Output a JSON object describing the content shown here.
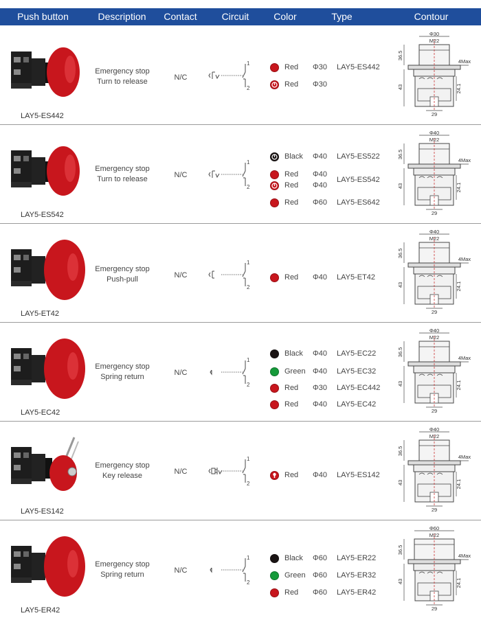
{
  "header": {
    "cols": [
      "Push button",
      "Description",
      "Contact",
      "Circuit",
      "Color",
      "Type",
      "Contour"
    ],
    "bg": "#1f4e9c"
  },
  "rows": [
    {
      "model": "LAY5-ES442",
      "desc": [
        "Emergency stop",
        "Turn to release"
      ],
      "contact": "N/C",
      "circuit": {
        "op": "turn",
        "t1": "1",
        "t2": "2"
      },
      "options": [
        {
          "color": "Red",
          "size": "Φ30",
          "type": "LAY5-ES442",
          "dot": "red"
        },
        {
          "color": "Red",
          "size": "Φ30",
          "type": "",
          "dot": "red-arrow"
        }
      ],
      "contour": {
        "top": "Φ30",
        "m": "M22",
        "h1": "36.5",
        "h2": "43",
        "h3": "24.1",
        "w": "29",
        "max": "4Max"
      }
    },
    {
      "model": "LAY5-ES542",
      "desc": [
        "Emergency stop",
        "Turn to release"
      ],
      "contact": "N/C",
      "circuit": {
        "op": "turn",
        "t1": "1",
        "t2": "2"
      },
      "options": [
        {
          "color": "Black",
          "size": "Φ40",
          "type": "LAY5-ES522",
          "dot": "black-arrow"
        },
        {
          "color": "Red",
          "size": "Φ40",
          "type": "",
          "dot": "red"
        },
        {
          "color": "Red",
          "size": "Φ40",
          "type": "LAY5-ES542",
          "dot": "red-arrow"
        },
        {
          "color": "Red",
          "size": "Φ60",
          "type": "LAY5-ES642",
          "dot": "red"
        }
      ],
      "contour": {
        "top": "Φ40",
        "m": "M22",
        "h1": "36.5",
        "h2": "43",
        "h3": "24.1",
        "w": "29",
        "max": "4Max"
      }
    },
    {
      "model": "LAY5-ET42",
      "desc": [
        "Emergency stop",
        "Push-pull"
      ],
      "contact": "N/C",
      "circuit": {
        "op": "pull",
        "t1": "1",
        "t2": "2"
      },
      "options": [
        {
          "color": "Red",
          "size": "Φ40",
          "type": "LAY5-ET42",
          "dot": "red"
        }
      ],
      "contour": {
        "top": "Φ40",
        "m": "M22",
        "h1": "36.5",
        "h2": "43",
        "h3": "24.1",
        "w": "29",
        "max": "4Max"
      }
    },
    {
      "model": "LAY5-EC42",
      "desc": [
        "Emergency stop",
        "Spring return"
      ],
      "contact": "N/C",
      "circuit": {
        "op": "spring",
        "t1": "1",
        "t2": "2"
      },
      "options": [
        {
          "color": "Black",
          "size": "Φ40",
          "type": "LAY5-EC22",
          "dot": "black"
        },
        {
          "color": "Green",
          "size": "Φ40",
          "type": "LAY5-EC32",
          "dot": "green"
        },
        {
          "color": "Red",
          "size": "Φ30",
          "type": "LAY5-EC442",
          "dot": "red"
        },
        {
          "color": "Red",
          "size": "Φ40",
          "type": "LAY5-EC42",
          "dot": "red"
        }
      ],
      "contour": {
        "top": "Φ40",
        "m": "M22",
        "h1": "36.5",
        "h2": "43",
        "h3": "24.1",
        "w": "29",
        "max": "4Max"
      }
    },
    {
      "model": "LAY5-ES142",
      "desc": [
        "Emergency stop",
        "Key release"
      ],
      "contact": "N/C",
      "circuit": {
        "op": "key",
        "t1": "1",
        "t2": "2"
      },
      "options": [
        {
          "color": "Red",
          "size": "Φ40",
          "type": "LAY5-ES142",
          "dot": "red-key"
        }
      ],
      "contour": {
        "top": "Φ40",
        "m": "M22",
        "h1": "36.5",
        "h2": "43",
        "h3": "24.1",
        "w": "29",
        "max": "4Max"
      }
    },
    {
      "model": "LAY5-ER42",
      "desc": [
        "Emergency stop",
        "Spring return"
      ],
      "contact": "N/C",
      "circuit": {
        "op": "spring",
        "t1": "1",
        "t2": "2"
      },
      "options": [
        {
          "color": "Black",
          "size": "Φ60",
          "type": "LAY5-ER22",
          "dot": "black"
        },
        {
          "color": "Green",
          "size": "Φ60",
          "type": "LAY5-ER32",
          "dot": "green"
        },
        {
          "color": "Red",
          "size": "Φ60",
          "type": "LAY5-ER42",
          "dot": "red"
        }
      ],
      "contour": {
        "top": "Φ60",
        "m": "M22",
        "h1": "36.5",
        "h2": "43",
        "h3": "24.1",
        "w": "29",
        "max": "4Max"
      }
    }
  ],
  "colors": {
    "red": "#c8161d",
    "black": "#1a1414",
    "green": "#159a3a"
  }
}
